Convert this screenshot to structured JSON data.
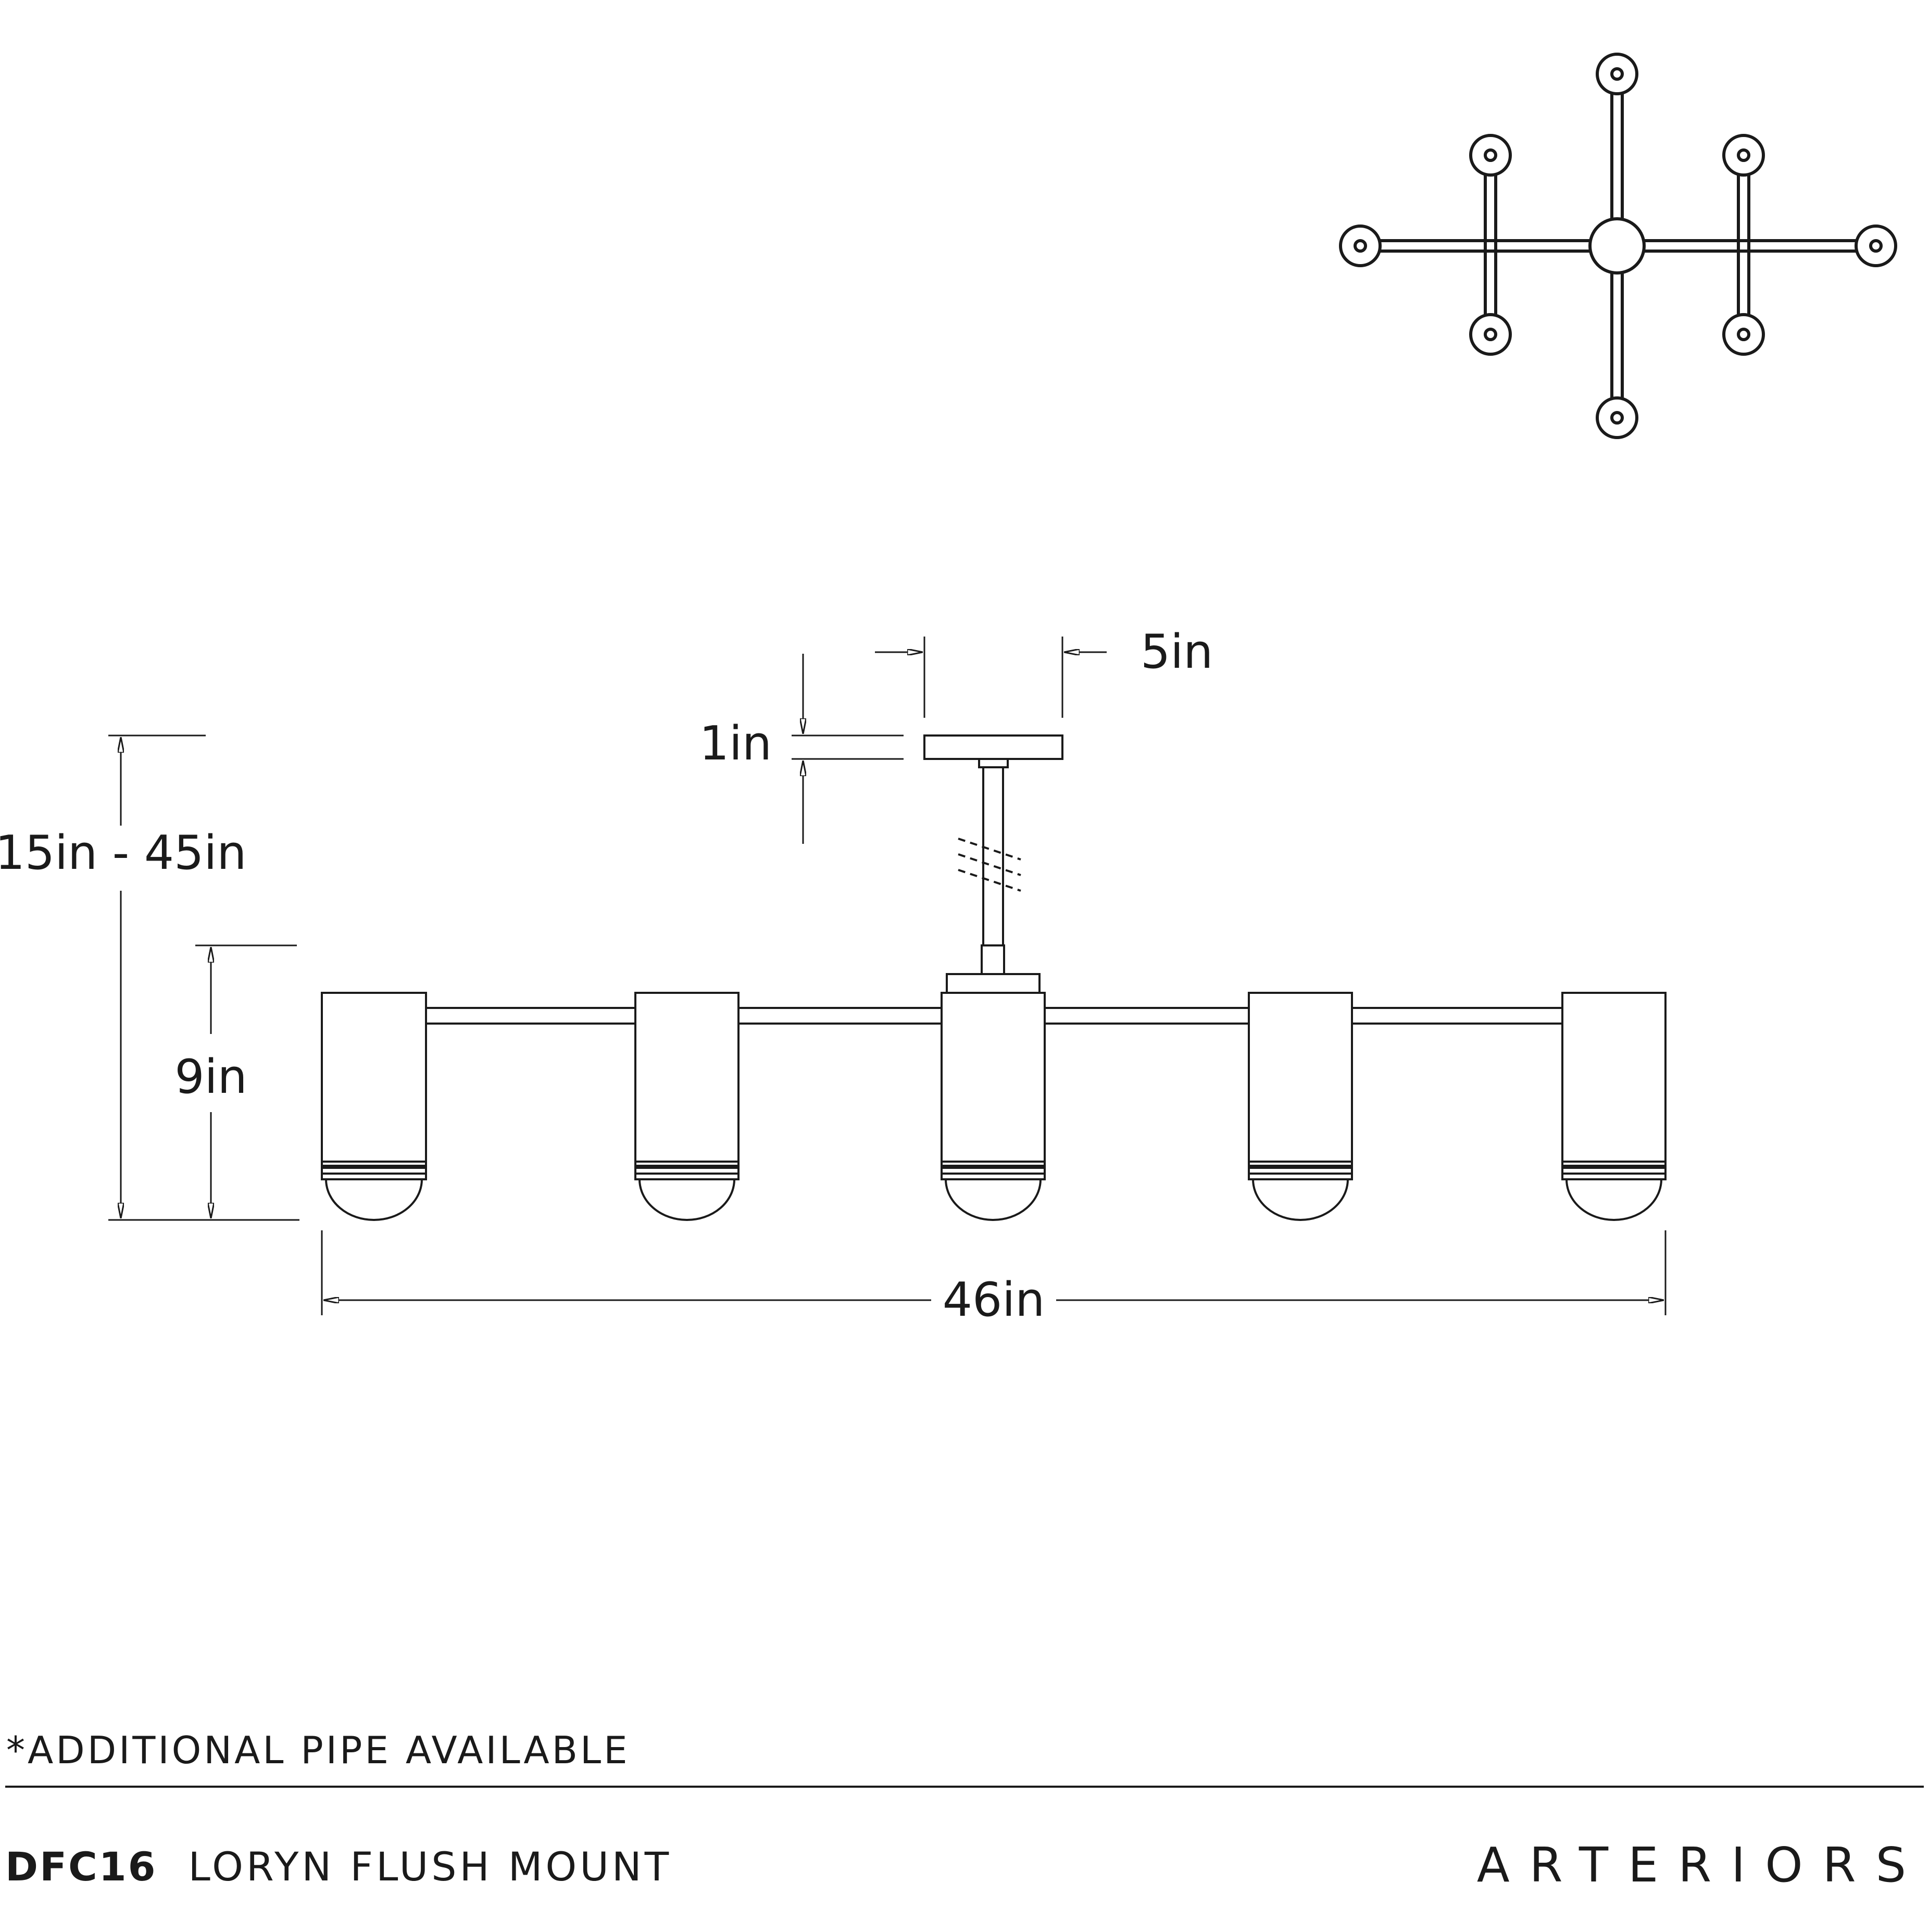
{
  "dimensions": {
    "canopy_width": "5in",
    "canopy_height": "1in",
    "overall_height": "15in - 45in",
    "fixture_height": "9in",
    "overall_width": "46in"
  },
  "footnote": "*ADDITIONAL PIPE AVAILABLE",
  "product": {
    "sku": "DFC16",
    "name": "LORYN FLUSH MOUNT"
  },
  "brand": "ARTERIORS",
  "colors": {
    "ink": "#1a1a1a",
    "background": "#ffffff"
  }
}
